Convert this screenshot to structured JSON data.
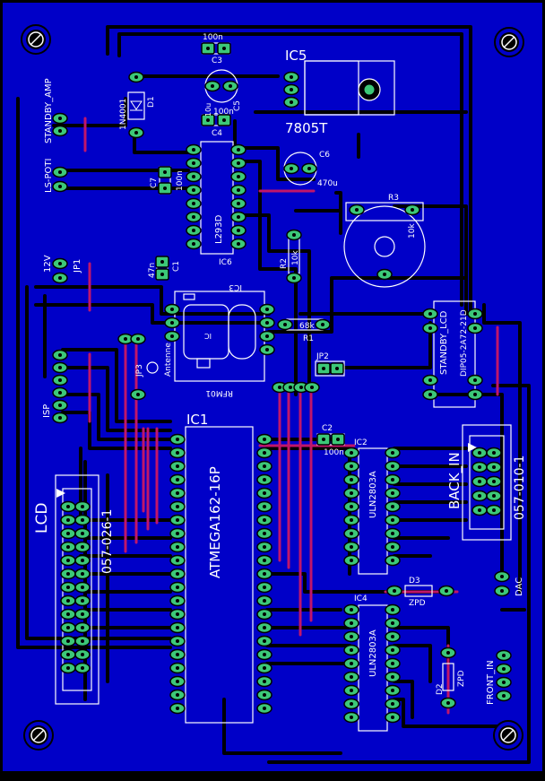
{
  "labels": {
    "standby_amp": "STANDBY_AMP",
    "ls_poti": "LS-POTI",
    "v12": "12V",
    "jp1": "JP1",
    "isp": "ISP",
    "lcd": "LCD",
    "lcd_conn": "057-026-1",
    "back_in": "BACK_IN",
    "back_conn": "057-010-1",
    "standby_lcd": "STANDBY_LCD",
    "dip": "DIP05-2A72-21D",
    "dac": "DAC",
    "front_in": "FRONT_IN",
    "d1": "D1",
    "d1_val": "1N4001",
    "c3": "C3",
    "c3_val": "100n",
    "c5": "C5",
    "c4": "C4",
    "c4_val": "100n",
    "c4_pre": "10u",
    "ic5": "IC5",
    "ic5_val": "7805T",
    "c6": "C6",
    "c6_val": "470u",
    "c7": "C7",
    "c7_val": "100n",
    "ic6": "IC6",
    "ic6_val": "L293D",
    "r3": "R3",
    "r3_val": "10k",
    "r2": "R2",
    "r2_val": "10k",
    "c1": "C1",
    "c1_val": "47n",
    "ic3": "IC3",
    "ic_label": "IC",
    "rfm": "RFM01",
    "antenne": "Antenne",
    "jp3": "JP3",
    "r1": "R1",
    "r1_val": "68k",
    "jp2": "JP2",
    "c2": "C2",
    "c2_val": "100n",
    "ic1": "IC1",
    "ic1_val": "ATMEGA162-16P",
    "ic2": "IC2",
    "ic2_val": "ULN2803A",
    "ic4": "IC4",
    "ic4_val": "ULN2803A",
    "d3": "D3",
    "d3_val": "ZPD",
    "d2": "D2",
    "d2_val": "ZPD"
  },
  "colors": {
    "board": "#0000c8",
    "copper": "#0000f0",
    "pad": "#3cc878",
    "silk": "#ffffff",
    "via_trace": "#c0166a"
  }
}
